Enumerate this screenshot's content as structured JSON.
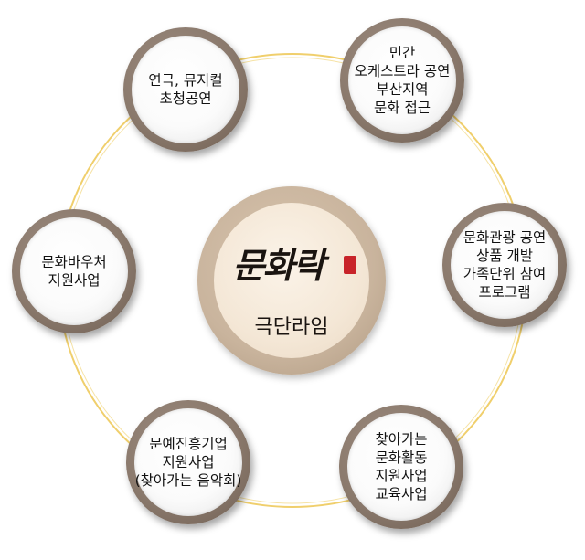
{
  "center": {
    "logo_text": "문화락",
    "label": "극단라임"
  },
  "nodes": [
    {
      "lines": [
        "연극, 뮤지컬",
        "초청공연"
      ]
    },
    {
      "lines": [
        "민간",
        "오케스트라  공연",
        "부산지역",
        "문화 접근"
      ]
    },
    {
      "lines": [
        "문화관광 공연",
        "상품 개발",
        "가족단위 참여",
        "프로그램"
      ]
    },
    {
      "lines": [
        "찾아가는",
        "문화활동",
        "지원사업",
        "교육사업"
      ]
    },
    {
      "lines": [
        "문예진흥기업",
        "지원사업",
        "(찾아가는 음악회)"
      ]
    },
    {
      "lines": [
        "문화바우처",
        "지원사업"
      ]
    }
  ],
  "colors": {
    "ring": "#f0cf6c",
    "node_outer": "#8a796c",
    "center_outer": "#c9b49d",
    "seal": "#c8242a"
  }
}
